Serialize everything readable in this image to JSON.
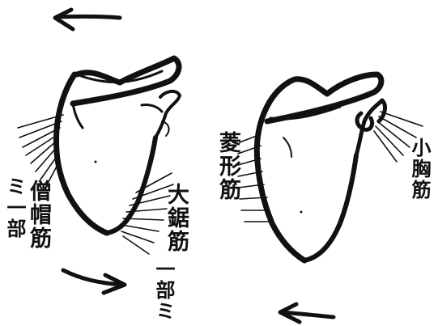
{
  "labels": {
    "trapezius": "僧帽筋",
    "trapezius_part": "ミ一部",
    "latissimus": "大鋸筋",
    "latissimus_part": "一部ミ",
    "rhomboid": "菱形筋",
    "pectoralis_minor": "小胸筋"
  },
  "colors": {
    "ink": "#111111",
    "paper": "#ffffff"
  },
  "icons": {
    "arrows": [
      "arrow-left-icon",
      "arrow-right-icon",
      "arrow-left-icon"
    ]
  }
}
